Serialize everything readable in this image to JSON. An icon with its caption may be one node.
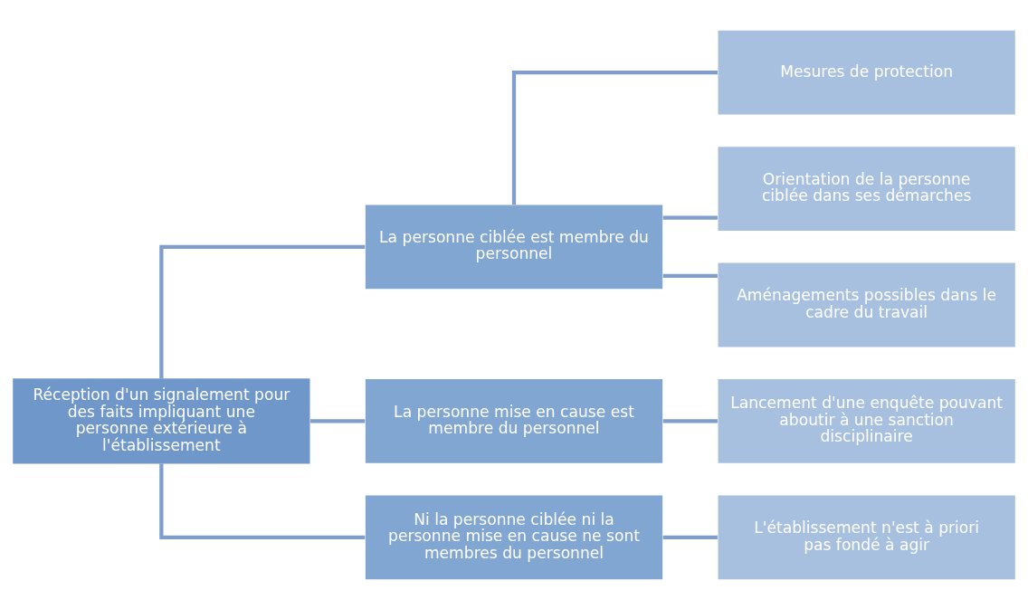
{
  "diagram": {
    "nodes": [
      {
        "text": [
          "Réception d'un signalement pour des faits impliquant une personne extérieure à l'établissement"
        ]
      },
      {
        "text": [
          "La personne ciblée est membre du personnel"
        ]
      },
      {
        "text": [
          "Mesures de protection"
        ]
      },
      {
        "text": [
          "Orientation de la personne ciblée dans ses démarches"
        ]
      },
      {
        "text": [
          "Aménagements possibles dans le cadre du travail"
        ]
      },
      {
        "text": [
          "La personne mise en cause est membre du personnel"
        ]
      },
      {
        "text": [
          "Lancement d'une enquête pouvant aboutir à une sanction disciplinaire"
        ]
      },
      {
        "text": [
          "Ni la personne ciblée ni la personne mise en cause ne sont membres du personnel"
        ]
      },
      {
        "text": [
          "L'établissement n'est à priori pas fondé à agir"
        ]
      }
    ],
    "edges": [
      {
        "from": 0,
        "to": 1,
        "arrow": "none"
      },
      {
        "from": 0,
        "to": 5,
        "arrow": "none"
      },
      {
        "from": 0,
        "to": 7,
        "arrow": "none"
      },
      {
        "from": 1,
        "to": 2,
        "arrow": "none"
      },
      {
        "from": 1,
        "to": 3,
        "arrow": "none"
      },
      {
        "from": 1,
        "to": 4,
        "arrow": "none"
      },
      {
        "from": 5,
        "to": 6,
        "arrow": "none"
      },
      {
        "from": 7,
        "to": 8,
        "arrow": "none"
      }
    ]
  }
}
